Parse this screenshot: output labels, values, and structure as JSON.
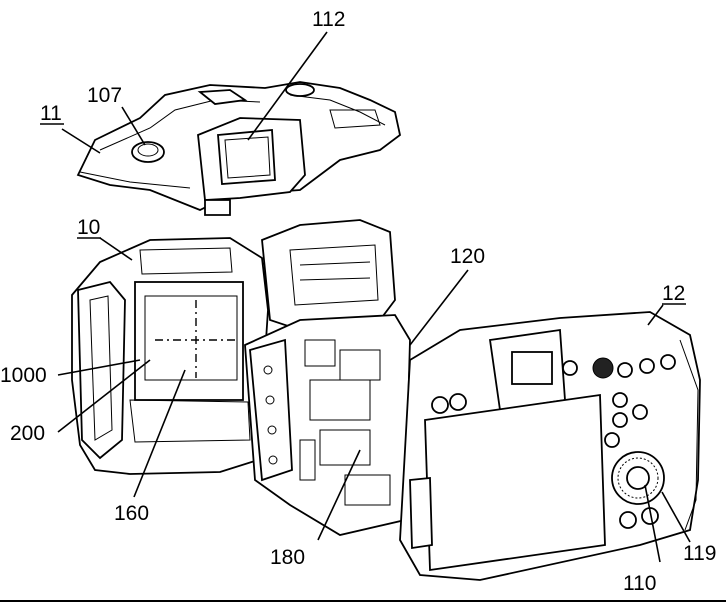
{
  "labels": {
    "l11": "11",
    "l107": "107",
    "l112": "112",
    "l10": "10",
    "l120": "120",
    "l12": "12",
    "l1000": "1000",
    "l200": "200",
    "l160": "160",
    "l180": "180",
    "l110": "110",
    "l119": "119"
  }
}
